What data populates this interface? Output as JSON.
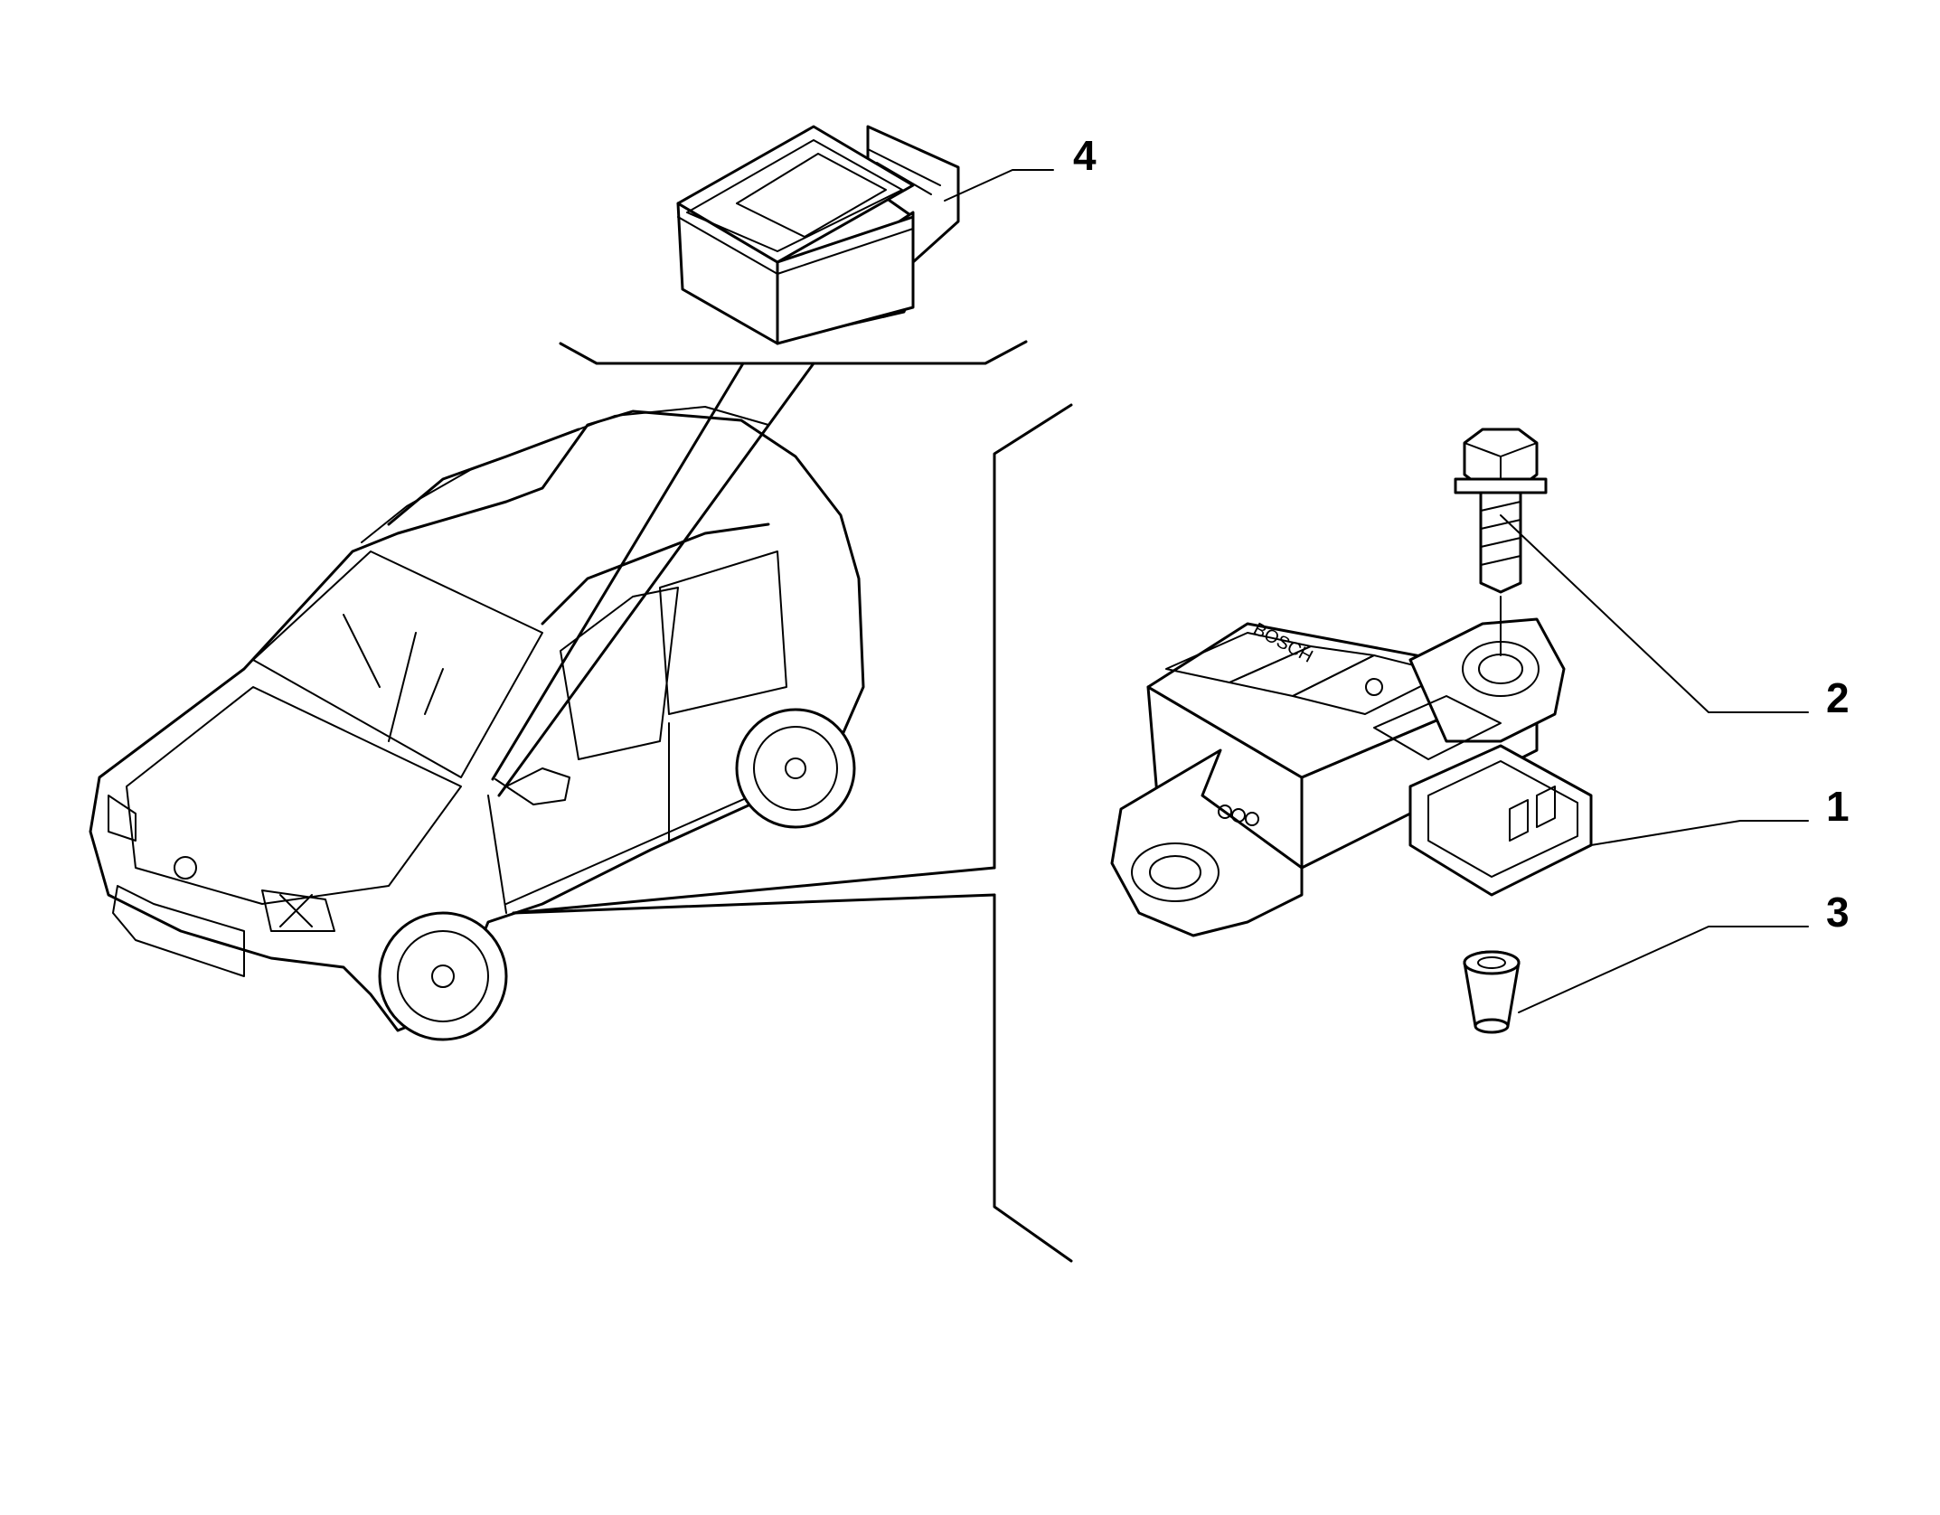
{
  "callouts": {
    "c1": "1",
    "c2": "2",
    "c3": "3",
    "c4": "4"
  },
  "sensor_brand": "BOSCH",
  "colors": {
    "line": "#000000",
    "background": "#ffffff"
  }
}
